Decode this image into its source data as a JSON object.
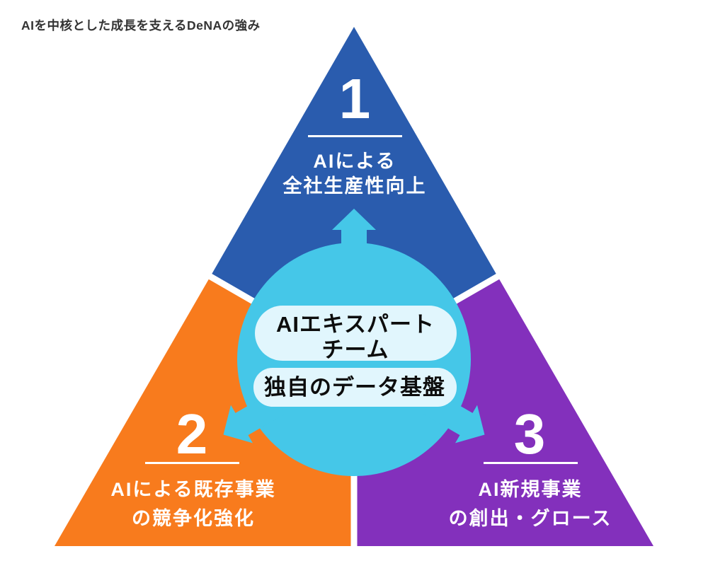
{
  "title": "AIを中核とした成長を支えるDeNAの強み",
  "colors": {
    "blue": "#2A5CAE",
    "orange": "#F87B1D",
    "purple": "#8330BC",
    "cyan": "#45C7E8",
    "pill_bg": "#E1F6FD",
    "title_text": "#333333"
  },
  "sections": [
    {
      "number": "1",
      "line1": "AIによる",
      "line2": "全社生産性向上"
    },
    {
      "number": "2",
      "line1": "AIによる既存事業",
      "line2": "の競争化強化"
    },
    {
      "number": "3",
      "line1": "AI新規事業",
      "line2": "の創出・グロース"
    }
  ],
  "center": {
    "pill1_line1": "AIエキスパート",
    "pill1_line2": "チーム",
    "pill2": "独自のデータ基盤"
  }
}
